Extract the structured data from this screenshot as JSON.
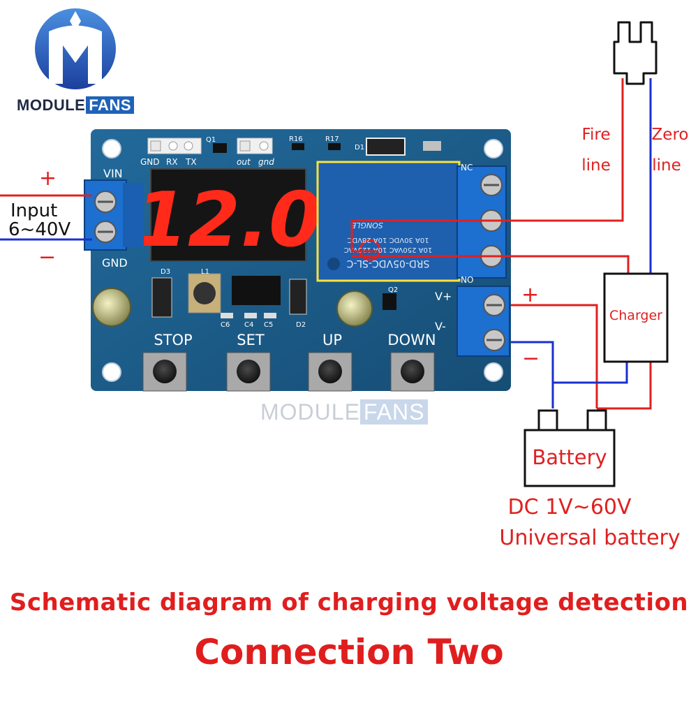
{
  "brand": {
    "name_part1": "MODULE",
    "name_part2": "FANS"
  },
  "watermark": {
    "part1": "MODULE",
    "part2": "FANS"
  },
  "board": {
    "display": "12.0",
    "header_labels": {
      "gnd": "GND",
      "rx": "RX",
      "tx": "TX",
      "out": "out",
      "gnd2": "gnd",
      "q1": "Q1",
      "r16": "R16",
      "r17": "R17",
      "d1": "D1"
    },
    "terminal_labels": {
      "vin": "VIN",
      "gnd": "GND",
      "nc": "NC",
      "no": "NO",
      "v_plus": "V+",
      "v_minus": "V-"
    },
    "relay_text": [
      "SRD-05VDC-SL-C",
      "10A 250VAC  10A 125VAC",
      "10A 30VDC  10A 28VDC",
      "SONGLE"
    ],
    "parts": {
      "d3": "D3",
      "l1": "L1",
      "c6": "C6",
      "c4": "C4",
      "c5": "C5",
      "d2": "D2",
      "q2": "Q2"
    },
    "buttons": [
      "STOP",
      "SET",
      "UP",
      "DOWN"
    ]
  },
  "input": {
    "plus": "+",
    "label_line1": "Input",
    "label_line2": "6~40V",
    "minus": "−"
  },
  "mains": {
    "fire_line1": "Fire",
    "fire_line2": "line",
    "zero_line1": "Zero",
    "zero_line2": "line"
  },
  "charger": {
    "label": "Charger"
  },
  "battery": {
    "label": "Battery",
    "plus": "+",
    "minus": "−",
    "spec_line1": "DC 1V~60V",
    "spec_line2": "Universal battery"
  },
  "caption": {
    "subtitle": "Schematic diagram of charging voltage detection",
    "title": "Connection Two"
  },
  "colors": {
    "wire_red": "#e02020",
    "wire_blue": "#1a2fd0",
    "pcb": "#1d5c8a",
    "display_red": "#ff2a1a",
    "relay_blue": "#1e5fae",
    "caption_red": "#e01e1e"
  }
}
